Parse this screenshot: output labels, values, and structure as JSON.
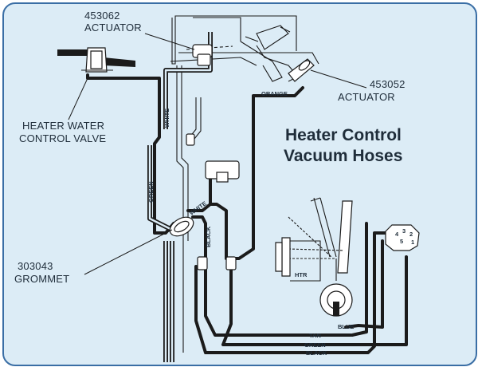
{
  "title": {
    "line1": "Heater Control",
    "line2": "Vacuum Hoses"
  },
  "callouts": {
    "actuator_top": {
      "part_no": "453062",
      "name": "ACTUATOR"
    },
    "actuator_right": {
      "part_no": "453052",
      "name": "ACTUATOR"
    },
    "valve": {
      "line1": "HEATER WATER",
      "line2": "CONTROL VALVE"
    },
    "grommet": {
      "part_no": "303043",
      "name": "GROMMET"
    }
  },
  "hose_labels": {
    "white_upper": "WHITE",
    "green_left": "GREEN",
    "white_mid": "WHITE",
    "black_mid": "BLACK",
    "orange": "ORANGE",
    "blue": "BLUE",
    "tan": "TAN",
    "green_bottom": "GREEN",
    "black_bottom": "BLACK"
  },
  "control_labels": {
    "htr": "HTR",
    "port_numbers": [
      "4",
      "3",
      "2",
      "1",
      "5"
    ]
  },
  "colors": {
    "frame": "#3a6ea5",
    "background": "#dcecf6",
    "line": "#1b1b1b"
  }
}
